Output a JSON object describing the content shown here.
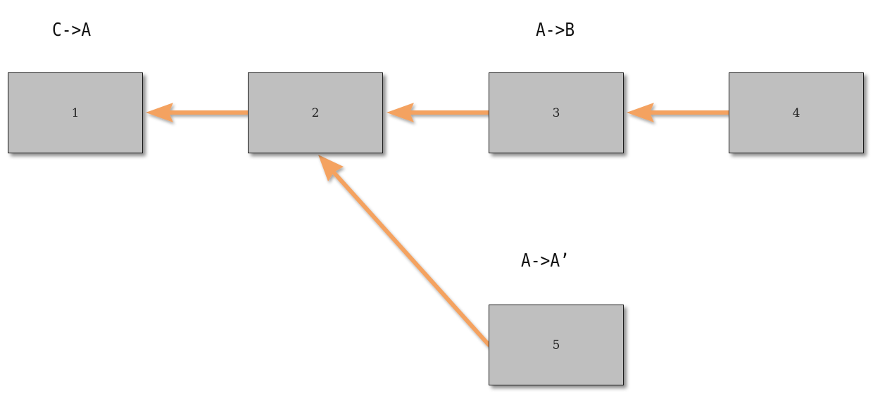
{
  "diagram": {
    "nodes": [
      {
        "id": "1",
        "label": "1"
      },
      {
        "id": "2",
        "label": "2"
      },
      {
        "id": "3",
        "label": "3"
      },
      {
        "id": "4",
        "label": "4"
      },
      {
        "id": "5",
        "label": "5"
      }
    ],
    "edges": [
      {
        "from": "2",
        "to": "1"
      },
      {
        "from": "3",
        "to": "2"
      },
      {
        "from": "4",
        "to": "3"
      },
      {
        "from": "5",
        "to": "2"
      }
    ],
    "annotations": {
      "c_to_a": "C->A",
      "a_to_b": "A->B",
      "a_to_a_prime": "A->A’"
    },
    "colors": {
      "node_fill": "#bfbfbf",
      "node_border": "#1a1a1a",
      "arrow": "#f4a261"
    }
  }
}
